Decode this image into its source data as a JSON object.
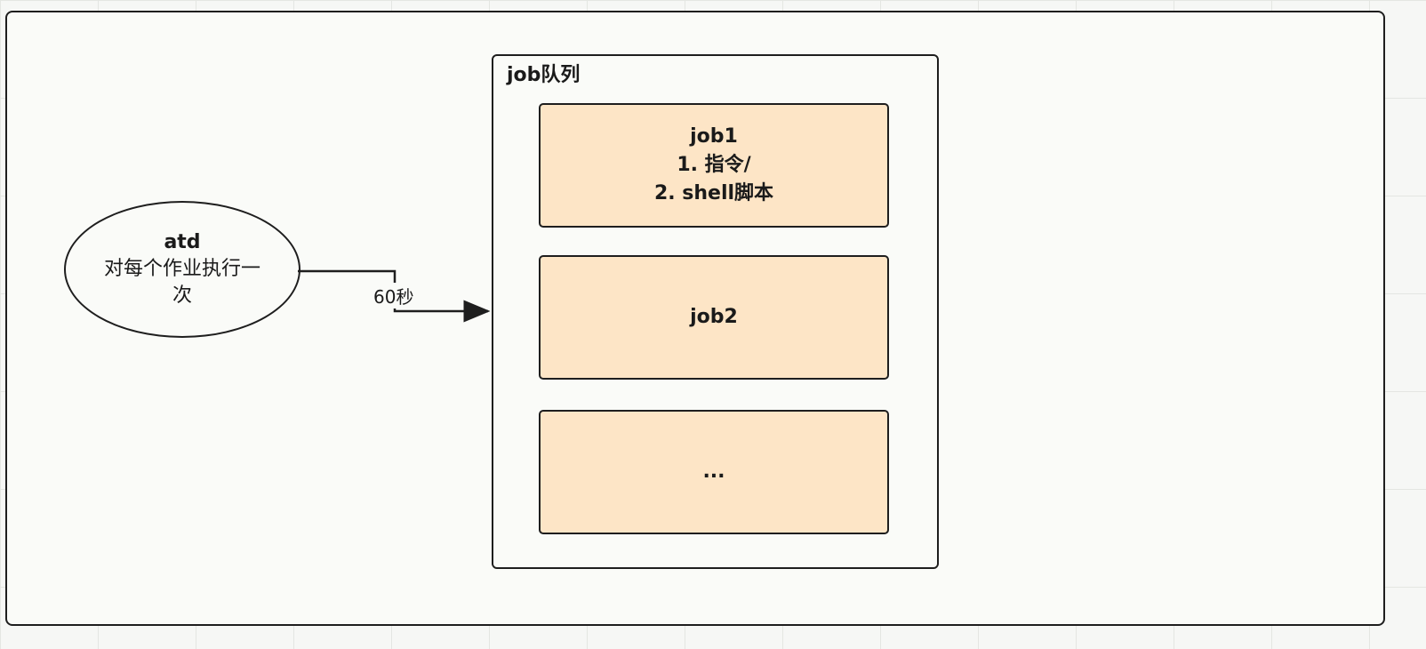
{
  "ellipse": {
    "title": "atd",
    "line1": "对每个作业执行一",
    "line2": "次"
  },
  "connector": {
    "label": "60秒"
  },
  "queue": {
    "title": "job队列",
    "jobs": [
      {
        "title": "job1",
        "line1": "1. 指令/",
        "line2": "2. shell脚本"
      },
      {
        "title": "job2"
      },
      {
        "title": "..."
      }
    ]
  },
  "colors": {
    "job_fill": "#fde5c6",
    "stroke": "#1e1e1e",
    "canvas": "#f6f7f5"
  }
}
